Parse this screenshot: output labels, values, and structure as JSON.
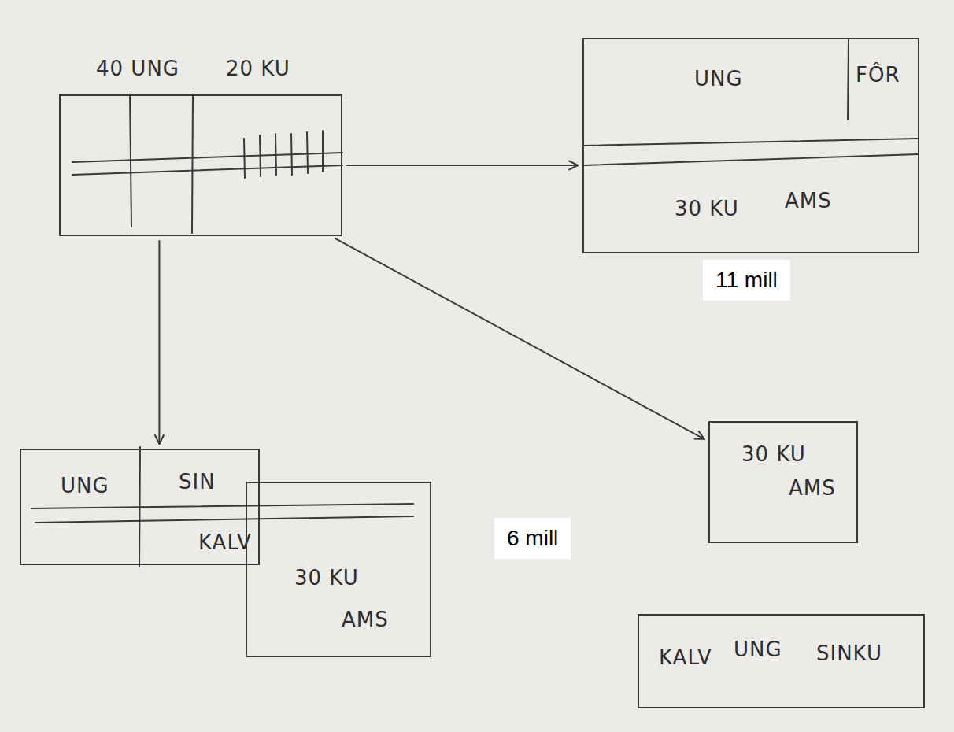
{
  "diagram": {
    "nodes": [
      {
        "text": [
          "40 UNG",
          "20 KU"
        ]
      },
      {
        "text": [
          "UNG",
          "FÔR",
          "30 KU",
          "AMS"
        ]
      },
      {
        "text": [
          "UNG",
          "SIN",
          "KALV"
        ]
      },
      {
        "text": [
          "30 KU",
          "AMS"
        ]
      },
      {
        "text": [
          "30 KU",
          "AMS"
        ]
      },
      {
        "text": [
          "KALV",
          "UNG",
          "SINKU"
        ]
      }
    ],
    "edges": [
      {
        "from": 0,
        "to": 1,
        "arrow": "to"
      },
      {
        "from": 0,
        "to": 2,
        "arrow": "to"
      },
      {
        "from": 0,
        "to": 4,
        "arrow": "to"
      }
    ],
    "labels": [
      "11 mill",
      "6 mill"
    ]
  }
}
